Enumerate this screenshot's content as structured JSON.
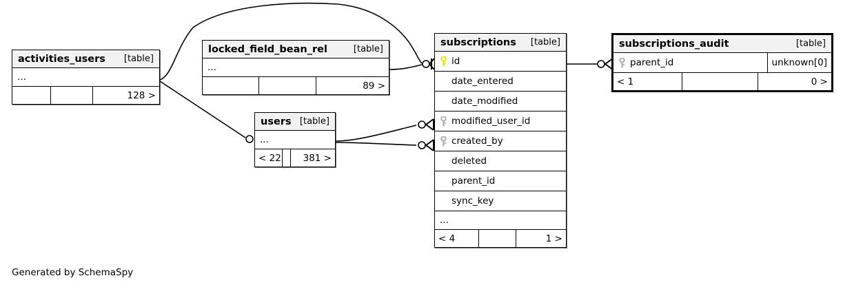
{
  "diagram": {
    "tool": "SchemaSpy",
    "credit": "Generated by SchemaSpy",
    "table_tag": "[table]",
    "ellipsis": "...",
    "colors": {
      "primary_key_icon": "#e6e600",
      "foreign_key_icon": "#b0b0b0",
      "header_background": "#f2f2f2",
      "border": "#000000",
      "background": "#ffffff"
    }
  },
  "tables": [
    {
      "id": "activities_users",
      "name": "activities_users",
      "tag": "[table]",
      "focused": false,
      "ellipsis": "...",
      "columns": [],
      "footer": [
        "",
        "",
        "128 >"
      ]
    },
    {
      "id": "locked_field_bean_rel",
      "name": "locked_field_bean_rel",
      "tag": "[table]",
      "focused": false,
      "ellipsis": "...",
      "columns": [],
      "footer": [
        "",
        "",
        "89 >"
      ]
    },
    {
      "id": "users",
      "name": "users",
      "tag": "[table]",
      "focused": false,
      "ellipsis": "...",
      "columns": [],
      "footer": [
        "< 22",
        "",
        "381 >"
      ]
    },
    {
      "id": "subscriptions",
      "name": "subscriptions",
      "tag": "[table]",
      "focused": false,
      "ellipsis": "...",
      "columns": [
        {
          "name": "id",
          "key": "primary",
          "type": ""
        },
        {
          "name": "date_entered",
          "key": "none",
          "type": ""
        },
        {
          "name": "date_modified",
          "key": "none",
          "type": ""
        },
        {
          "name": "modified_user_id",
          "key": "foreign",
          "type": ""
        },
        {
          "name": "created_by",
          "key": "foreign",
          "type": ""
        },
        {
          "name": "deleted",
          "key": "none",
          "type": ""
        },
        {
          "name": "parent_id",
          "key": "none",
          "type": ""
        },
        {
          "name": "sync_key",
          "key": "none",
          "type": ""
        }
      ],
      "footer": [
        "< 4",
        "",
        "1 >"
      ]
    },
    {
      "id": "subscriptions_audit",
      "name": "subscriptions_audit",
      "tag": "[table]",
      "focused": true,
      "ellipsis": "",
      "columns": [
        {
          "name": "parent_id",
          "key": "foreign",
          "type": "unknown[0]"
        }
      ],
      "footer": [
        "< 1",
        "",
        "0 >"
      ]
    }
  ],
  "relationships": [
    {
      "from": "activities_users",
      "to": "subscriptions.id",
      "from_card": "many",
      "to_card": "zero-one"
    },
    {
      "from": "activities_users",
      "to": "users",
      "from_card": "many",
      "to_card": "zero-one"
    },
    {
      "from": "locked_field_bean_rel",
      "to": "subscriptions.id",
      "from_card": "many",
      "to_card": "zero-one"
    },
    {
      "from": "users",
      "to": "subscriptions.modified_user_id",
      "from_card": "one",
      "to_card": "zero-many"
    },
    {
      "from": "users",
      "to": "subscriptions.created_by",
      "from_card": "one",
      "to_card": "zero-many"
    },
    {
      "from": "subscriptions.id",
      "to": "subscriptions_audit.parent_id",
      "from_card": "one",
      "to_card": "zero-many"
    }
  ]
}
